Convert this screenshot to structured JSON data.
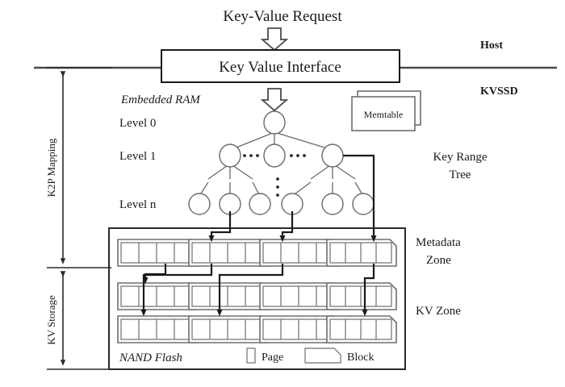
{
  "figure": {
    "title": "Key-Value Request",
    "interface_box": "Key Value Interface",
    "host_label": "Host",
    "kvssd_label": "KVSSD",
    "embedded_ram_label": "Embedded RAM",
    "memtable_label": "Memtable",
    "nand_flash_label": "NAND Flash"
  },
  "tree": {
    "side_label_line1": "Key Range",
    "side_label_line2": "Tree",
    "levels": [
      {
        "label": "Level 0",
        "node_count": 1
      },
      {
        "label": "Level 1",
        "node_count": 3
      },
      {
        "label": "Level n",
        "node_count": 6
      }
    ],
    "horizontal_ellipsis": "...",
    "vertical_ellipsis": "⋮"
  },
  "zones": {
    "metadata_line1": "Metadata",
    "metadata_line2": "Zone",
    "kv_zone": "KV Zone"
  },
  "dimensions": {
    "k2p_mapping": "K2P Mapping",
    "kv_storage": "KV Storage"
  },
  "legend": [
    {
      "name": "page",
      "label": "Page"
    },
    {
      "name": "block",
      "label": "Block"
    }
  ],
  "flash_layout": {
    "rows": 3,
    "blocks_per_row": 4,
    "pages_per_block": 4
  },
  "colors": {
    "stroke_dark": "#1a1a1a",
    "stroke_mid": "#4a4a4a",
    "stroke_light": "#6e6e6e",
    "background": "#ffffff"
  }
}
